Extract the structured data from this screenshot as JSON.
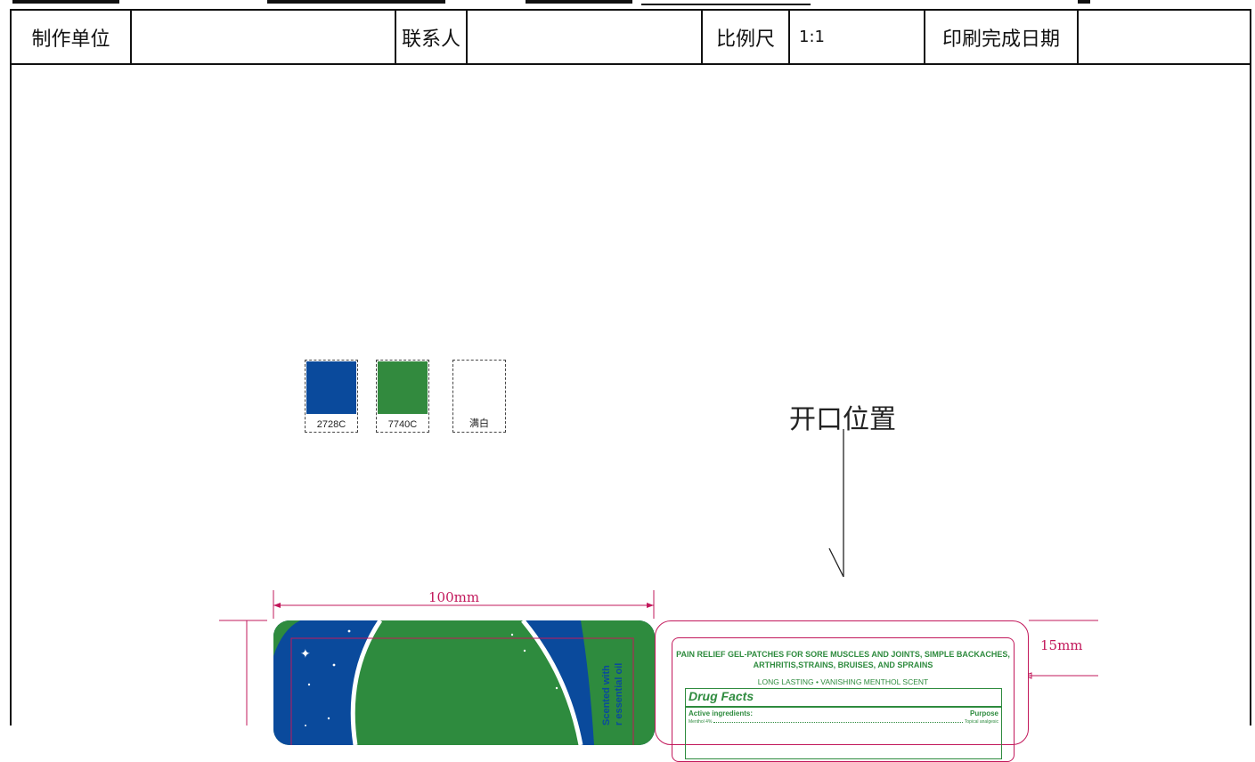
{
  "header": {
    "maker_label": "制作单位",
    "maker_value": "",
    "contact_label": "联系人",
    "contact_value": "",
    "scale_label": "比例尺",
    "scale_value": "1:1",
    "print_date_label": "印刷完成日期",
    "print_date_value": ""
  },
  "swatches": [
    {
      "code": "2728C",
      "color": "#0a4a9c"
    },
    {
      "code": "7740C",
      "color": "#328a3e"
    },
    {
      "code": "满白",
      "color": "#ffffff"
    }
  ],
  "annotations": {
    "opening_position": "开口位置",
    "width_dim": "100mm",
    "side_dim": "15mm"
  },
  "label_front": {
    "scent_line1": "Scented with",
    "scent_line2": "r essential oil",
    "colors": {
      "blue": "#0a4a9c",
      "green": "#2e8b3e"
    }
  },
  "label_back": {
    "title": "PAIN RELIEF GEL-PATCHES FOR SORE MUSCLES AND JOINTS, SIMPLE BACKACHES, ARTHRITIS,STRAINS, BRUISES, AND SPRAINS",
    "subtitle": "LONG LASTING • VANISHING MENTHOL SCENT",
    "facts_title": "Drug Facts",
    "active_ingredients": "Active ingredients:",
    "purpose": "Purpose",
    "row_ingredient": "Menthol 4%",
    "row_purpose": "Topical analgesic"
  },
  "colors": {
    "dimension_line": "#c2185b",
    "frame": "#111111"
  }
}
